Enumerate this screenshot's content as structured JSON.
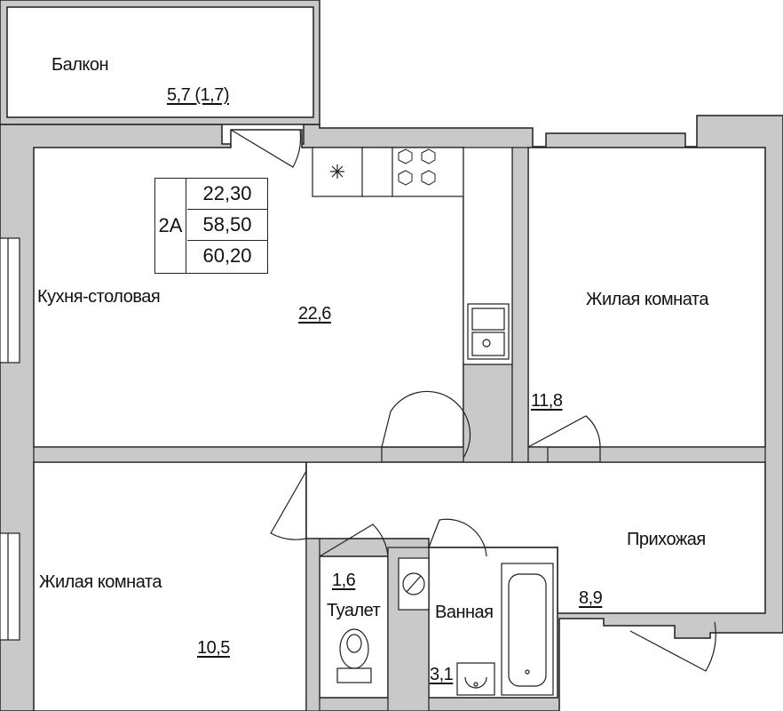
{
  "apartment": {
    "type": "2А",
    "values": [
      "22,30",
      "58,50",
      "60,20"
    ]
  },
  "rooms": [
    {
      "id": "balcony",
      "name": "Балкон",
      "area": "5,7 (1,7)"
    },
    {
      "id": "kitchen",
      "name": "Кухня-столовая",
      "area": "22,6"
    },
    {
      "id": "living1",
      "name": "Жилая комната",
      "area": "11,8"
    },
    {
      "id": "living2",
      "name": "Жилая комната",
      "area": "10,5"
    },
    {
      "id": "toilet",
      "name": "Туалет",
      "area": "1,6"
    },
    {
      "id": "bathroom",
      "name": "Ванная",
      "area": "3,1"
    },
    {
      "id": "hallway",
      "name": "Прихожая",
      "area": "8,9"
    }
  ],
  "colors": {
    "wall": "#c9c9c9",
    "line": "#1f1f1f",
    "floor": "#ffffff"
  }
}
